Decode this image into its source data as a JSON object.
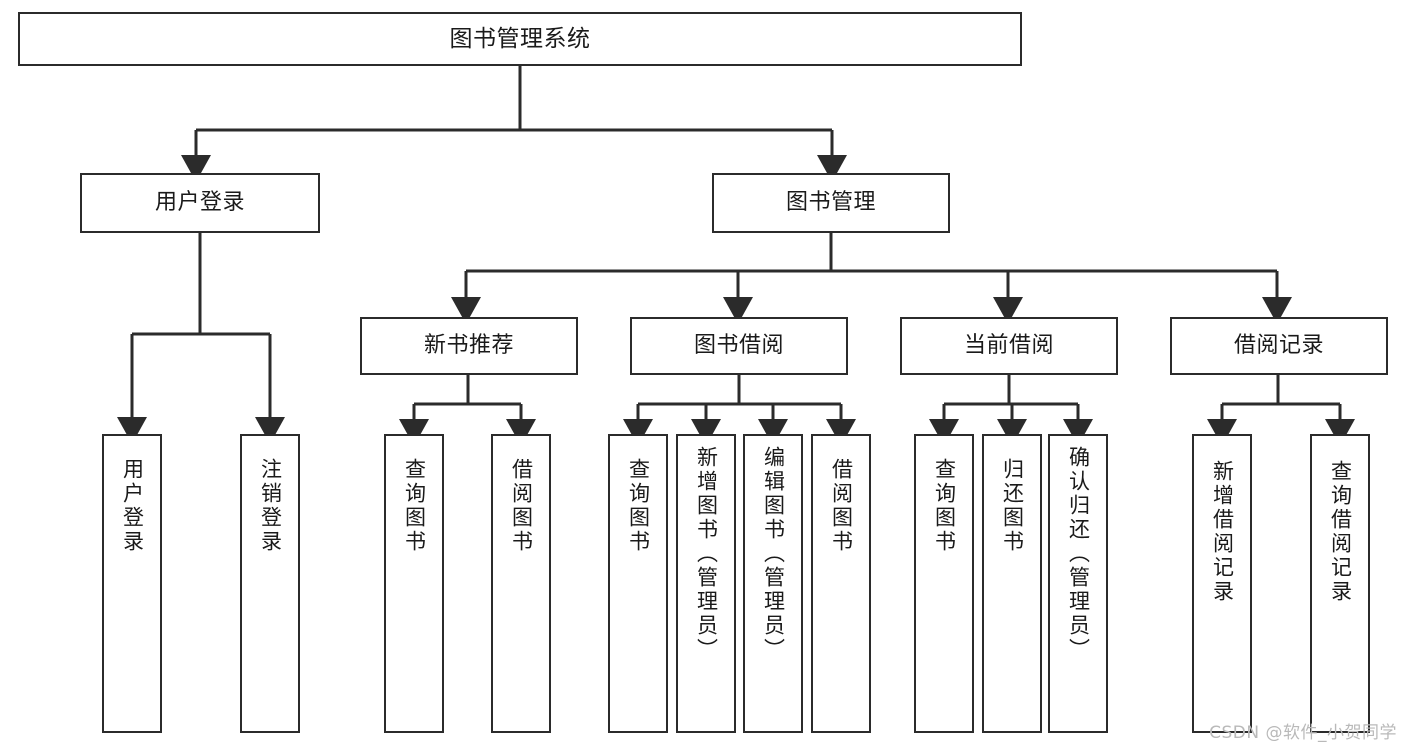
{
  "diagram": {
    "title": "图书管理系统",
    "type": "tree",
    "colors": {
      "stroke": "#2b2b2b",
      "fill": "#ffffff",
      "text": "#1a1a1a",
      "watermark": "#b9b9b9"
    },
    "root": {
      "label": "图书管理系统"
    },
    "level2": [
      {
        "label": "用户登录"
      },
      {
        "label": "图书管理"
      }
    ],
    "level3": [
      {
        "label": "新书推荐"
      },
      {
        "label": "图书借阅"
      },
      {
        "label": "当前借阅"
      },
      {
        "label": "借阅记录"
      }
    ],
    "leaves": {
      "user_login": [
        {
          "label": "用户登录"
        },
        {
          "label": "注销登录"
        }
      ],
      "new_book_recommend": [
        {
          "label": "查询图书"
        },
        {
          "label": "借阅图书"
        }
      ],
      "book_borrow": [
        {
          "label": "查询图书"
        },
        {
          "label": "新增图书（管理员）"
        },
        {
          "label": "编辑图书（管理员）"
        },
        {
          "label": "借阅图书"
        }
      ],
      "current_borrow": [
        {
          "label": "查询图书"
        },
        {
          "label": "归还图书"
        },
        {
          "label": "确认归还（管理员）"
        }
      ],
      "borrow_records": [
        {
          "label": "新增借阅记录"
        },
        {
          "label": "查询借阅记录"
        }
      ]
    }
  },
  "watermark": {
    "text": "CSDN @软件_小贺同学"
  }
}
